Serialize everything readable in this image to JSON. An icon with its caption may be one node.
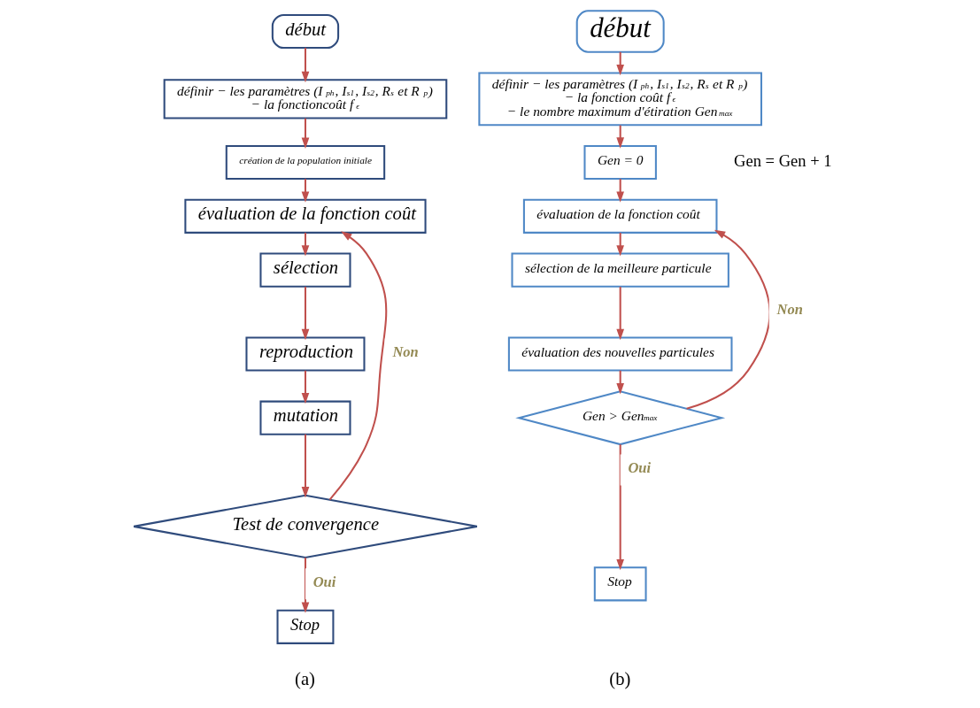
{
  "diagram": {
    "nodes": [
      {
        "text": [
          "début"
        ]
      },
      {
        "text": [
          "définir − les paramètres (I$_{ph}$, I$_{s1}$, I$_{s2}$, R$_{s}$  et R$_{p}$)",
          "− la fonctioncoût f$_{ϵ}$"
        ]
      },
      {
        "text": [
          "création de la population initiale"
        ]
      },
      {
        "text": [
          "évaluation de la fonction coût"
        ]
      },
      {
        "text": [
          "sélection"
        ]
      },
      {
        "text": [
          "reproduction"
        ]
      },
      {
        "text": [
          "mutation"
        ]
      },
      {
        "text": [
          "Test de convergence"
        ]
      },
      {
        "text": [
          "Stop"
        ]
      },
      {
        "text": [
          "début"
        ]
      },
      {
        "text": [
          "définir − les paramètres (I$_{ph}$, I$_{s1}$, I$_{s2}$, R$_{s}$  et R$_{p}$)",
          "− la fonction coût f$_{ϵ}$",
          "− le nombre maximum d'étiration Gen$_{max}$"
        ]
      },
      {
        "text": [
          "Gen = 0"
        ]
      },
      {
        "text": [
          "évaluation de la fonction coût"
        ]
      },
      {
        "text": [
          "sélection de la meilleure particule"
        ]
      },
      {
        "text": [
          "évaluation des nouvelles particules"
        ]
      },
      {
        "text": [
          "Gen > Gen$_{max}$"
        ]
      },
      {
        "text": [
          "Stop"
        ]
      }
    ],
    "edges": [
      {
        "from": 0,
        "to": 1,
        "arrow": "to"
      },
      {
        "from": 1,
        "to": 2,
        "arrow": "to"
      },
      {
        "from": 2,
        "to": 3,
        "arrow": "to"
      },
      {
        "from": 3,
        "to": 4,
        "arrow": "to"
      },
      {
        "from": 4,
        "to": 5,
        "arrow": "to"
      },
      {
        "from": 5,
        "to": 6,
        "arrow": "to"
      },
      {
        "from": 6,
        "to": 7,
        "arrow": "to"
      },
      {
        "from": 7,
        "to": 8,
        "arrow": "to",
        "label": "Oui"
      },
      {
        "from": 7,
        "to": 3,
        "arrow": "to",
        "label": "Non"
      },
      {
        "from": 9,
        "to": 10,
        "arrow": "to"
      },
      {
        "from": 10,
        "to": 11,
        "arrow": "to"
      },
      {
        "from": 11,
        "to": 12,
        "arrow": "to"
      },
      {
        "from": 12,
        "to": 13,
        "arrow": "to"
      },
      {
        "from": 13,
        "to": 14,
        "arrow": "to"
      },
      {
        "from": 14,
        "to": 15,
        "arrow": "to"
      },
      {
        "from": 15,
        "to": 16,
        "arrow": "to",
        "label": "Oui"
      },
      {
        "from": 15,
        "to": 12,
        "arrow": "to",
        "label": "Non"
      }
    ],
    "labels": [
      "Gen = Gen + 1",
      "(a)",
      "(b)"
    ]
  }
}
